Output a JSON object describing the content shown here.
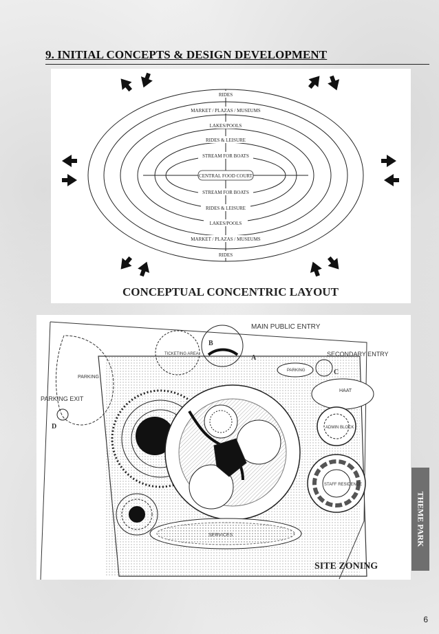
{
  "heading": "9. INITIAL CONCEPTS & DESIGN DEVELOPMENT",
  "concept": {
    "rings": [
      "RIDES",
      "MARKET / PLAZAS / MUSEUMS",
      "LAKES/POOLS",
      "RIDES & LEISURE",
      "STREAM FOR BOATS",
      "CENTRAL FOOD COURT",
      "STREAM FOR BOATS",
      "RIDES & LEISURE",
      "LAKES/POOLS",
      "MARKET / PLAZAS / MUSEUMS",
      "RIDES"
    ],
    "caption": "CONCEPTUAL CONCENTRIC LAYOUT"
  },
  "site": {
    "labels": {
      "main_entry": "MAIN PUBLIC ENTRY",
      "secondary_entry": "SECONDARY ENTRY",
      "parking_left": "PARKING",
      "parking_exit": "PARKING EXIT",
      "ticketing": "TICKETING AREA",
      "parking_small": "PARKING",
      "haat": "HAAT",
      "admin": "ADMIN BLOCK",
      "staff": "STAFF RESIDENCE",
      "services": "SERVICES",
      "a": "A",
      "b": "B",
      "c": "C",
      "d": "D"
    },
    "caption": "SITE ZONING"
  },
  "side_tab": "THEME PARK",
  "page_number": "6"
}
